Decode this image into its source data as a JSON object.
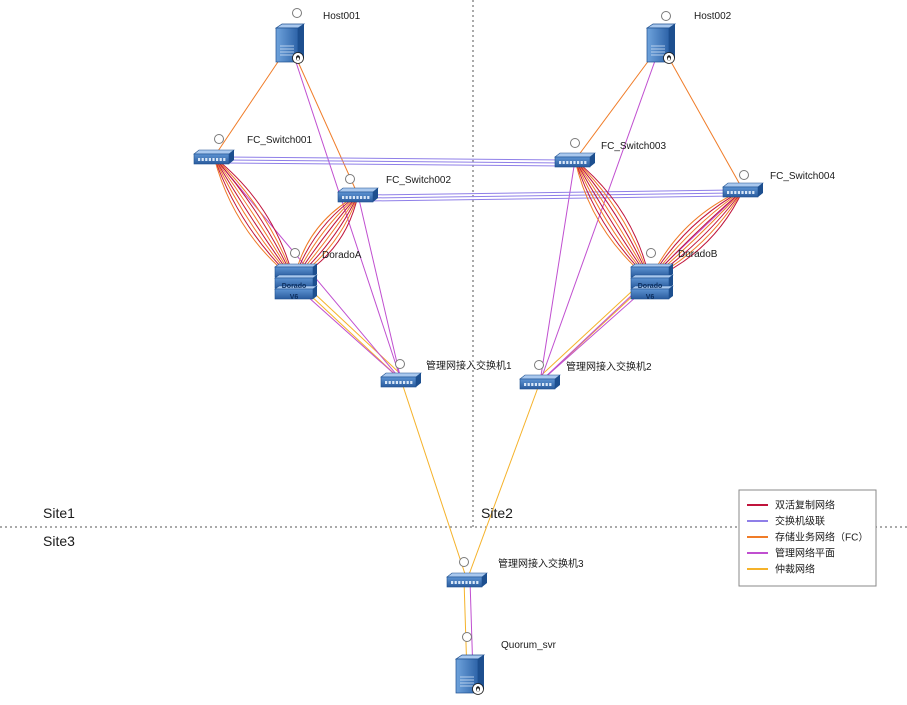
{
  "sites": {
    "site1": "Site1",
    "site2": "Site2",
    "site3": "Site3"
  },
  "nodes": {
    "host001": "Host001",
    "host002": "Host002",
    "fc_switch001": "FC_Switch001",
    "fc_switch002": "FC_Switch002",
    "fc_switch003": "FC_Switch003",
    "fc_switch004": "FC_Switch004",
    "doradoA": "DoradoA",
    "doradoB": "DoradoB",
    "mgmt1": "管理网接入交换机1",
    "mgmt2": "管理网接入交换机2",
    "mgmt3": "管理网接入交换机3",
    "quorum": "Quorum_svr"
  },
  "storage_labels": {
    "brand": "Dorado",
    "version": "V6"
  },
  "legend": [
    {
      "label": "双活复制网络",
      "color": "#c0143c"
    },
    {
      "label": "交换机级联",
      "color": "#8f7fe8"
    },
    {
      "label": "存储业务网络（FC）",
      "color": "#f07c28"
    },
    {
      "label": "管理网络平面",
      "color": "#c04fd0"
    },
    {
      "label": "仲裁网络",
      "color": "#f5b22a"
    }
  ],
  "colors": {
    "replication": "#c0143c",
    "cascade": "#8f7fe8",
    "fc": "#f07c28",
    "mgmt": "#c04fd0",
    "arbitration": "#f5b22a",
    "device_blue": "#2f6db5",
    "device_dark": "#1d4f8f"
  },
  "icons": {
    "server": "linux-server-icon",
    "switch": "network-switch-icon",
    "storage": "storage-array-icon",
    "status": "status-circle-icon"
  }
}
